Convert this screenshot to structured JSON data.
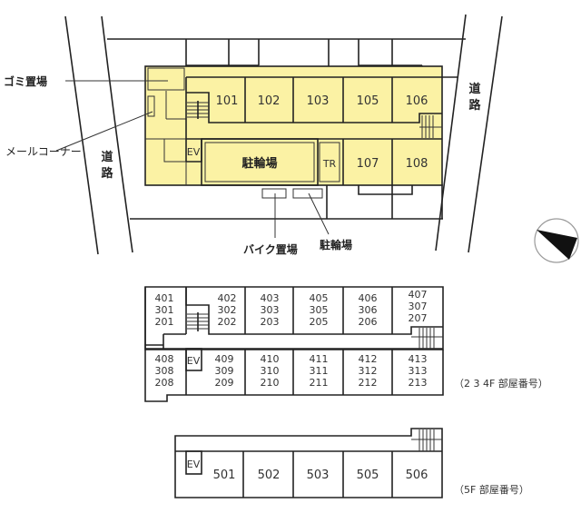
{
  "site": {
    "labels": {
      "garbage": "ゴミ置場",
      "mail": "メールコーナー",
      "road_left": [
        "道",
        "路"
      ],
      "road_right": [
        "道",
        "路"
      ],
      "bike_parking": "バイク置場",
      "bicycle_parking_out": "駐輪場",
      "bicycle_parking_in": "駐輪場",
      "ev": "EV",
      "tr": "TR"
    }
  },
  "floor1": {
    "rooms_top": [
      "101",
      "102",
      "103",
      "105",
      "106"
    ],
    "rooms_bottom": [
      "107",
      "108"
    ]
  },
  "floors234": {
    "caption": "（2 3 4F 部屋番号）",
    "ev": "EV",
    "rooms_top": [
      {
        "l1": "401",
        "l2": "301",
        "l3": "201"
      },
      {
        "l1": "402",
        "l2": "302",
        "l3": "202"
      },
      {
        "l1": "403",
        "l2": "303",
        "l3": "203"
      },
      {
        "l1": "405",
        "l2": "305",
        "l3": "205"
      },
      {
        "l1": "406",
        "l2": "306",
        "l3": "206"
      },
      {
        "l1": "407",
        "l2": "307",
        "l3": "207"
      }
    ],
    "rooms_bottom": [
      {
        "l1": "408",
        "l2": "308",
        "l3": "208"
      },
      {
        "l1": "409",
        "l2": "309",
        "l3": "209"
      },
      {
        "l1": "410",
        "l2": "310",
        "l3": "210"
      },
      {
        "l1": "411",
        "l2": "311",
        "l3": "211"
      },
      {
        "l1": "412",
        "l2": "312",
        "l3": "212"
      },
      {
        "l1": "413",
        "l2": "313",
        "l3": "213"
      }
    ]
  },
  "floor5": {
    "caption": "（5F 部屋番号）",
    "ev": "EV",
    "rooms": [
      "501",
      "502",
      "503",
      "505",
      "506"
    ]
  },
  "colors": {
    "highlight": "#fbf2a4",
    "line": "#222222"
  }
}
